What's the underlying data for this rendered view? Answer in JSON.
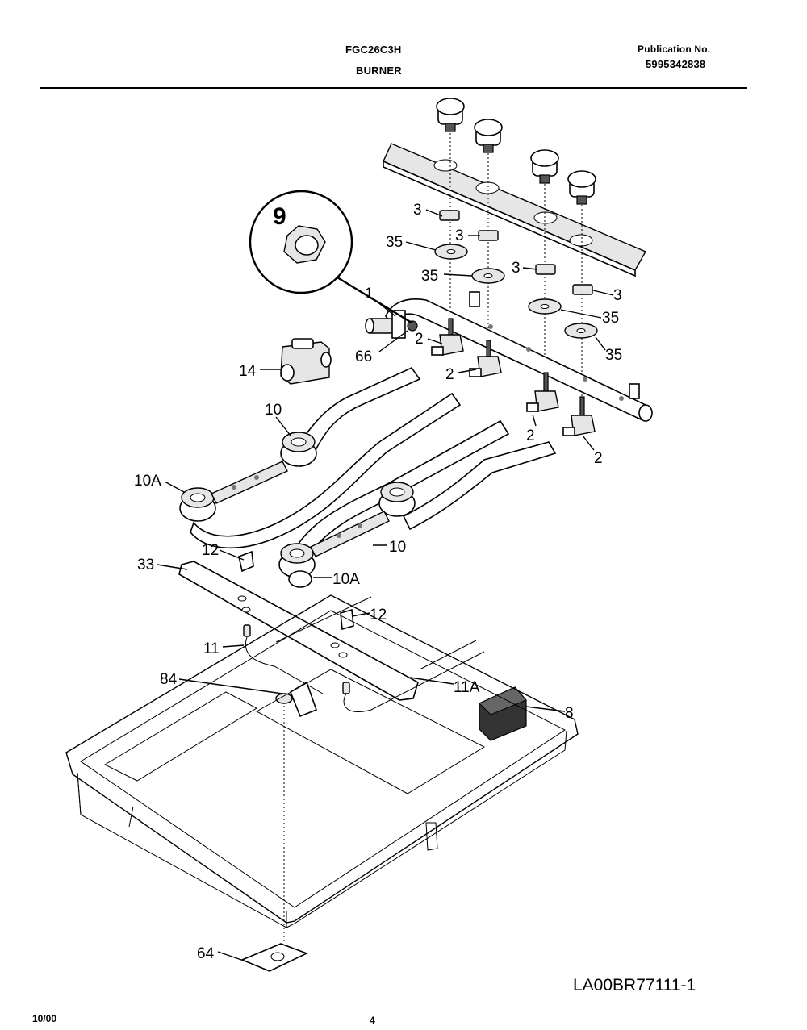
{
  "header": {
    "model": "FGC26C3H",
    "section": "BURNER",
    "publication_label": "Publication No.",
    "publication_number": "5995342838"
  },
  "callouts": {
    "c9": "9",
    "c1": "1",
    "c66": "66",
    "c14": "14",
    "c3a": "3",
    "c3b": "3",
    "c3c": "3",
    "c3d": "3",
    "c35a": "35",
    "c35b": "35",
    "c35c": "35",
    "c35d": "35",
    "c2a": "2",
    "c2b": "2",
    "c2c": "2",
    "c2d": "2",
    "c10a": "10",
    "c10b": "10",
    "c10Aa": "10A",
    "c10Ab": "10A",
    "c12a": "12",
    "c12b": "12",
    "c33": "33",
    "c11": "11",
    "c11A": "11A",
    "c84": "84",
    "c8": "8",
    "c64": "64"
  },
  "footer": {
    "date": "10/00",
    "page": "4",
    "drawing_code": "LA00BR77111-1"
  }
}
